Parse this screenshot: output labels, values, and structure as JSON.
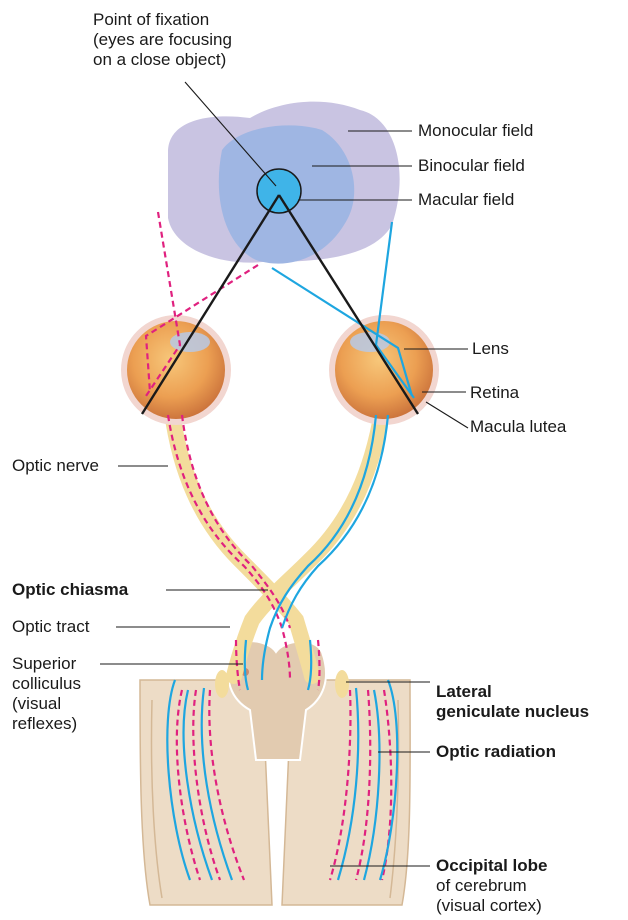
{
  "labels": {
    "fixation": [
      "Point of fixation",
      "(eyes are focusing",
      "on a close object)"
    ],
    "monocular": "Monocular field",
    "binocular": "Binocular field",
    "macular": "Macular field",
    "lens": "Lens",
    "retina": "Retina",
    "macula": "Macula lutea",
    "optic_nerve": "Optic nerve",
    "optic_chiasma": "Optic chiasma",
    "optic_tract": "Optic tract",
    "superior_colliculus": [
      "Superior",
      "colliculus",
      "(visual",
      "reflexes)"
    ],
    "lgn": [
      "Lateral",
      "geniculate nucleus"
    ],
    "optic_radiation": "Optic radiation",
    "occipital": [
      "Occipital lobe",
      "of cerebrum",
      "(visual cortex)"
    ]
  },
  "colors": {
    "monocular_field": "#c9c4e2",
    "binocular_field": "#9fb6e3",
    "macular_field": "#3fb4e8",
    "blue_pathway": "#1ea6e0",
    "pink_pathway": "#e0217f",
    "nerve": "#f3dc9c",
    "brain": "#e9d6bf"
  }
}
